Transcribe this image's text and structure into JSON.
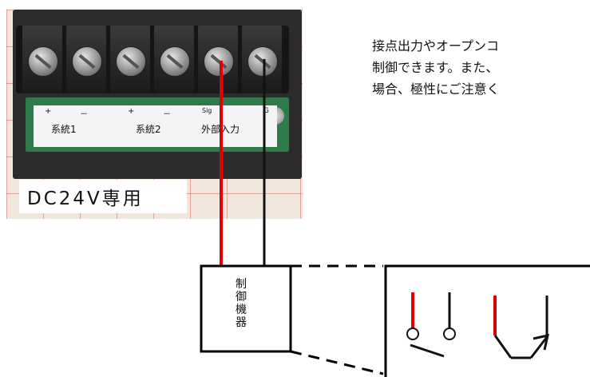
{
  "photo": {
    "terminal_labels": {
      "group1": "系統1",
      "group2": "系統2",
      "external": "外部入力"
    },
    "polarity": {
      "plus": "+",
      "minus": "－",
      "sig": "Sig",
      "g": "G"
    },
    "voltage_label": "DC24V専用"
  },
  "paragraph": {
    "line1": "接点出力やオープンコ",
    "line2": "制御できます。また、",
    "line3": "場合、極性にご注意く"
  },
  "device": {
    "label": "制御機器"
  },
  "colors": {
    "signal_wire": "#e00000",
    "ground_wire": "#111111"
  },
  "icons": [
    "contact-switch-icon",
    "open-collector-transistor-icon"
  ]
}
